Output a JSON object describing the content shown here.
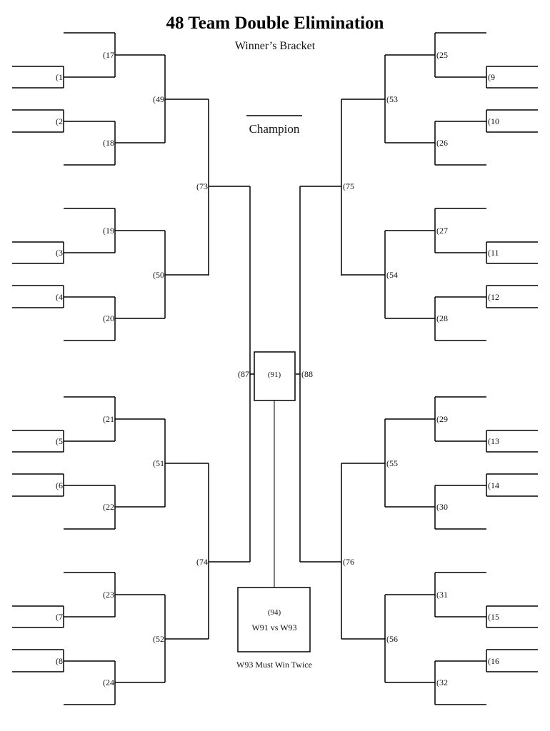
{
  "title": "48 Team Double Elimination",
  "subtitle": "Winner’s Bracket",
  "champion_label": "Champion",
  "left_quarters": [
    {
      "r2_top": "(17",
      "r1_top": "(1",
      "r1_bottom": "(2",
      "r2_bottom": "(18",
      "r3": "(49"
    },
    {
      "r2_top": "(19",
      "r1_top": "(3",
      "r1_bottom": "(4",
      "r2_bottom": "(20",
      "r3": "(50"
    },
    {
      "r2_top": "(21",
      "r1_top": "(5",
      "r1_bottom": "(6",
      "r2_bottom": "(22",
      "r3": "(51"
    },
    {
      "r2_top": "(23",
      "r1_top": "(7",
      "r1_bottom": "(8",
      "r2_bottom": "(24",
      "r3": "(52"
    }
  ],
  "right_quarters": [
    {
      "r2_top": "(25",
      "r1_top": "(9",
      "r1_bottom": "(10",
      "r2_bottom": "(26",
      "r3": "(53"
    },
    {
      "r2_top": "(27",
      "r1_top": "(11",
      "r1_bottom": "(12",
      "r2_bottom": "(28",
      "r3": "(54"
    },
    {
      "r2_top": "(29",
      "r1_top": "(13",
      "r1_bottom": "(14",
      "r2_bottom": "(30",
      "r3": "(55"
    },
    {
      "r2_top": "(31",
      "r1_top": "(15",
      "r1_bottom": "(16",
      "r2_bottom": "(32",
      "r3": "(56"
    }
  ],
  "left_semis": [
    "(73",
    "(74"
  ],
  "right_semis": [
    "(75",
    "(76"
  ],
  "left_final": "(87",
  "right_final": "(88",
  "final_game": "(91)",
  "reset_game": {
    "number": "(94)",
    "matchup": "W91 vs W93",
    "note": "W93 Must Win Twice"
  }
}
